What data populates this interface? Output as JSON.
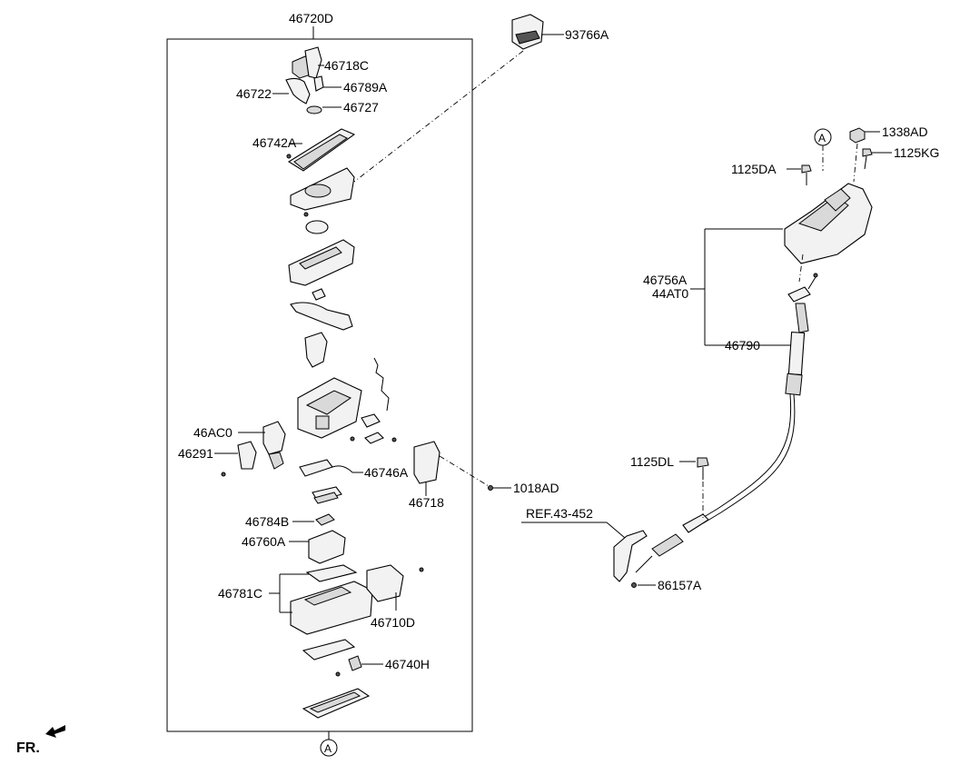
{
  "assembly_label": "46720D",
  "labels": {
    "p93766A": "93766A",
    "p46718C": "46718C",
    "p46722": "46722",
    "p46789A": "46789A",
    "p46727": "46727",
    "p46742A": "46742A",
    "p46AC0": "46AC0",
    "p46291": "46291",
    "p46746A": "46746A",
    "p46718": "46718",
    "p1018AD": "1018AD",
    "p46784B": "46784B",
    "p46760A": "46760A",
    "p46781C": "46781C",
    "p46710D": "46710D",
    "p46740H": "46740H",
    "p1338AD": "1338AD",
    "p1125KG": "1125KG",
    "p1125DA": "1125DA",
    "p46756A": "46756A",
    "p44AT0": "44AT0",
    "p46790": "46790",
    "p1125DL": "1125DL",
    "ref": "REF.43-452",
    "p86157A": "86157A"
  },
  "ref_marker": "A",
  "front_label": "FR."
}
